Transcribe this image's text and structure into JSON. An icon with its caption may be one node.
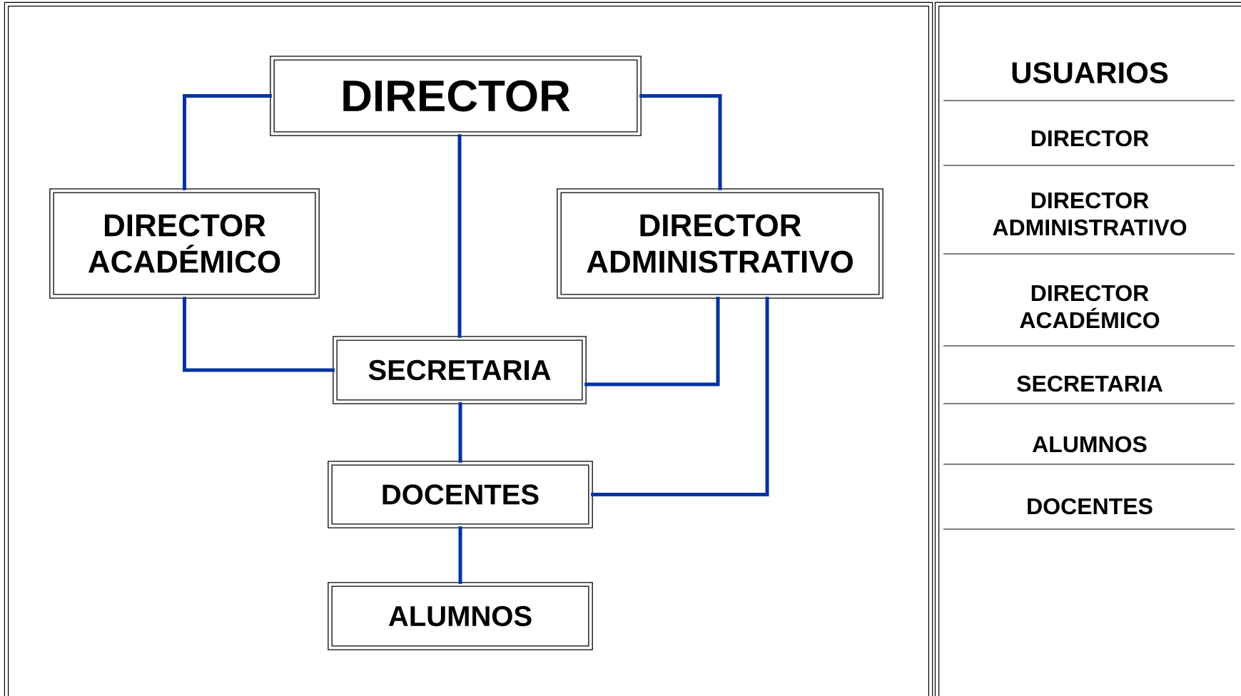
{
  "diagram": {
    "nodes": [
      {
        "text": [
          "DIRECTOR"
        ]
      },
      {
        "text": [
          "DIRECTOR ACADÉMICO"
        ]
      },
      {
        "text": [
          "DIRECTOR ADMINISTRATIVO"
        ]
      },
      {
        "text": [
          "SECRETARIA"
        ]
      },
      {
        "text": [
          "DOCENTES"
        ]
      },
      {
        "text": [
          "ALUMNOS"
        ]
      }
    ],
    "edges": [
      {
        "from": 0,
        "to": 1,
        "arrow": "none"
      },
      {
        "from": 0,
        "to": 2,
        "arrow": "none"
      },
      {
        "from": 0,
        "to": 3,
        "arrow": "none"
      },
      {
        "from": 1,
        "to": 3,
        "arrow": "none"
      },
      {
        "from": 2,
        "to": 3,
        "arrow": "none"
      },
      {
        "from": 3,
        "to": 4,
        "arrow": "none"
      },
      {
        "from": 2,
        "to": 4,
        "arrow": "none"
      },
      {
        "from": 4,
        "to": 5,
        "arrow": "none"
      }
    ],
    "labels": [
      "USUARIOS",
      "DIRECTOR",
      "DIRECTOR ADMINISTRATIVO",
      "DIRECTOR ACADÉMICO",
      "SECRETARIA",
      "ALUMNOS",
      "DOCENTES"
    ]
  }
}
